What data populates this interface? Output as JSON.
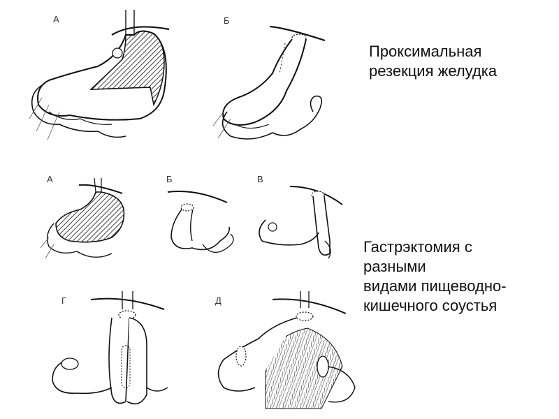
{
  "captions": {
    "proximal": [
      "Проксимальная",
      "резекция желудка"
    ],
    "gastrectomy": [
      "Гастрэктомия с",
      "разными",
      "видами пищеводно-",
      "кишечного соустья"
    ]
  },
  "letters": {
    "top_a": "А",
    "top_b": "Б",
    "mid_a": "А",
    "mid_b": "Б",
    "mid_v": "В",
    "bot_g": "Г",
    "bot_d": "Д"
  }
}
